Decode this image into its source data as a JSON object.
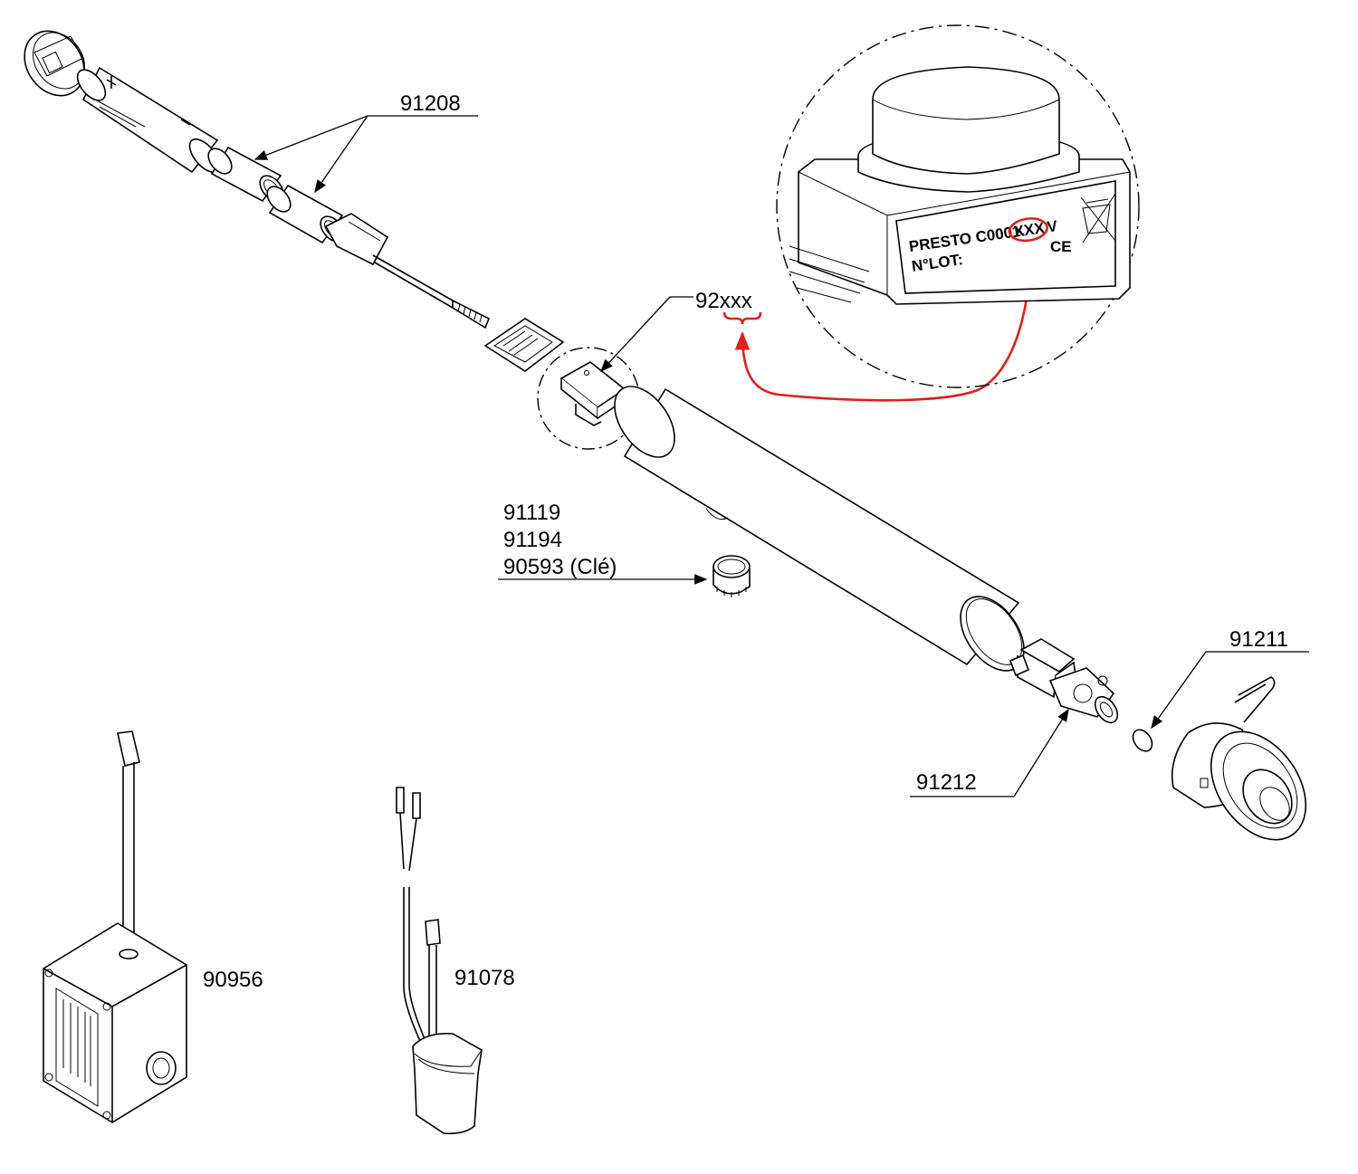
{
  "labels": {
    "p91208": "91208",
    "p92xxx": "92xxx",
    "p91119": "91119",
    "p91194": "91194",
    "p90593": "90593 (Clé)",
    "p91211": "91211",
    "p91212": "91212",
    "p90956": "90956",
    "p91078": "91078"
  },
  "plate": {
    "line1": "PRESTO C0001.",
    "code": "XXX",
    "suffix": "V",
    "line2": "N°LOT:",
    "ce": "CE"
  },
  "colors": {
    "ink": "#000000",
    "highlight": "#e0201b",
    "background": "#ffffff"
  },
  "icons": [
    "weee-crossed-bin-icon",
    "ce-mark-icon"
  ]
}
